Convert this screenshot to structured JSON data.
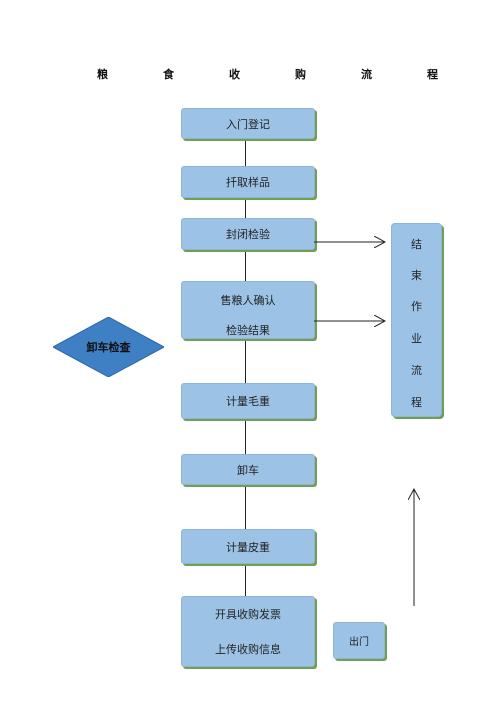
{
  "title_chars": [
    "粮",
    "食",
    "收",
    "购",
    "流",
    "程"
  ],
  "steps": {
    "entry": "入门登记",
    "sample": "扦取样品",
    "inspect": "封闭检验",
    "confirm_line1": "售粮人确认",
    "confirm_line2": "检验结果",
    "gross_weight": "计量毛重",
    "unload": "卸车",
    "tare_weight": "计量皮重",
    "invoice_line1": "开具收购发票",
    "invoice_line2": "上传收购信息"
  },
  "end_box_chars": [
    "结",
    "束",
    "作",
    "业",
    "流",
    "程"
  ],
  "exit_label": "出门",
  "decision_label": "卸车检查",
  "colors": {
    "box_fill": "#9cc3e6",
    "box_shadow": "#6fa052",
    "diamond_fill": "#3f7fc4"
  }
}
